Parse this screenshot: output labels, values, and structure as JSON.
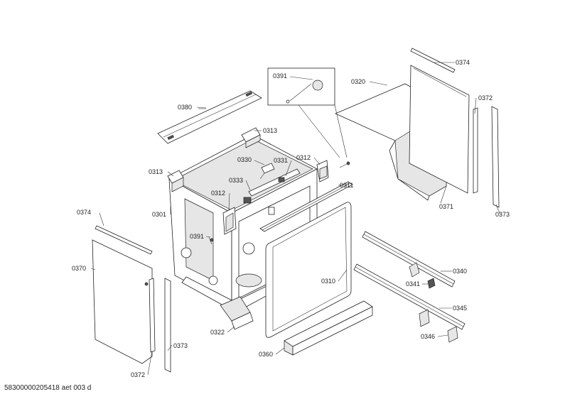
{
  "diagram": {
    "labels": {
      "p0374a": "0374",
      "p0391a": "0391",
      "p0320": "0320",
      "p0372a": "0372",
      "p0380": "0380",
      "p0313a": "0313",
      "p0330": "0330",
      "p0331": "0331",
      "p0312a": "0312",
      "p0313b": "0313",
      "p0333": "0333",
      "p0311": "0311",
      "p0312b": "0312",
      "p0374b": "0374",
      "p0301": "0301",
      "p0371": "0371",
      "p0373a": "0373",
      "p0391b": "0391",
      "p0370": "0370",
      "p0340": "0340",
      "p0341": "0341",
      "p0310": "0310",
      "p0345": "0345",
      "p0322": "0322",
      "p0346": "0346",
      "p0373b": "0373",
      "p0360": "0360",
      "p0372b": "0372"
    },
    "footer": "58300000205418 aet 003 d"
  }
}
